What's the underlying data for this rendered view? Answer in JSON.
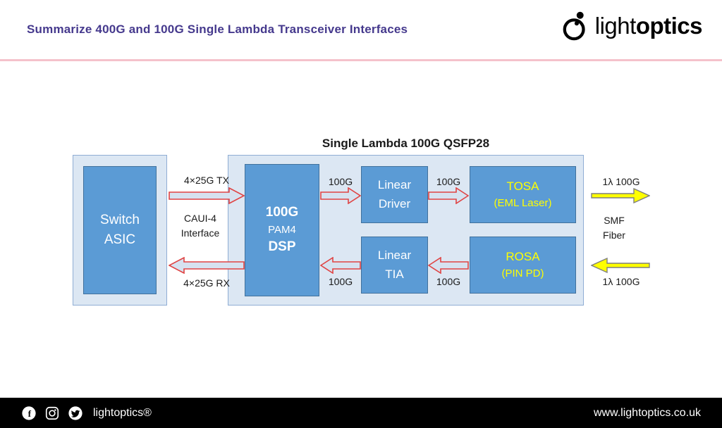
{
  "colors": {
    "accent_purple": "#45398d",
    "divider_pink": "#f5c2cb",
    "box_blue": "#5b9bd5",
    "box_light_blue": "#dce7f3",
    "arrow_red": "#e04343",
    "fiber_yellow": "#ffff00",
    "optics_label_yellow": "#ffff00"
  },
  "header": {
    "title": "Summarize 400G and 100G Single Lambda Transceiver Interfaces",
    "logo_text_light": "light",
    "logo_text_bold": "optics"
  },
  "diagram": {
    "title": "Single Lambda 100G QSFP28",
    "switch": {
      "line1": "Switch",
      "line2": "ASIC"
    },
    "tx_label": "4×25G TX",
    "caui_line1": "CAUI-4",
    "caui_line2": "Interface",
    "rx_label": "4×25G RX",
    "dsp": {
      "line1": "100G",
      "line2": "PAM4",
      "line3": "DSP"
    },
    "dsp_to_driver_label": "100G",
    "driver": {
      "line1": "Linear",
      "line2": "Driver"
    },
    "driver_to_tosa_label": "100G",
    "tosa": {
      "line1": "TOSA",
      "line2": "(EML Laser)"
    },
    "tosa_out_label": "1λ 100G",
    "smf_line1": "SMF",
    "smf_line2": "Fiber",
    "rosa_in_label": "1λ 100G",
    "rosa": {
      "line1": "ROSA",
      "line2": "(PIN PD)"
    },
    "rosa_to_tia_label": "100G",
    "tia": {
      "line1": "Linear",
      "line2": "TIA"
    },
    "tia_to_dsp_label": "100G"
  },
  "footer": {
    "brand": "lightoptics®",
    "url": "www.lightoptics.co.uk"
  }
}
